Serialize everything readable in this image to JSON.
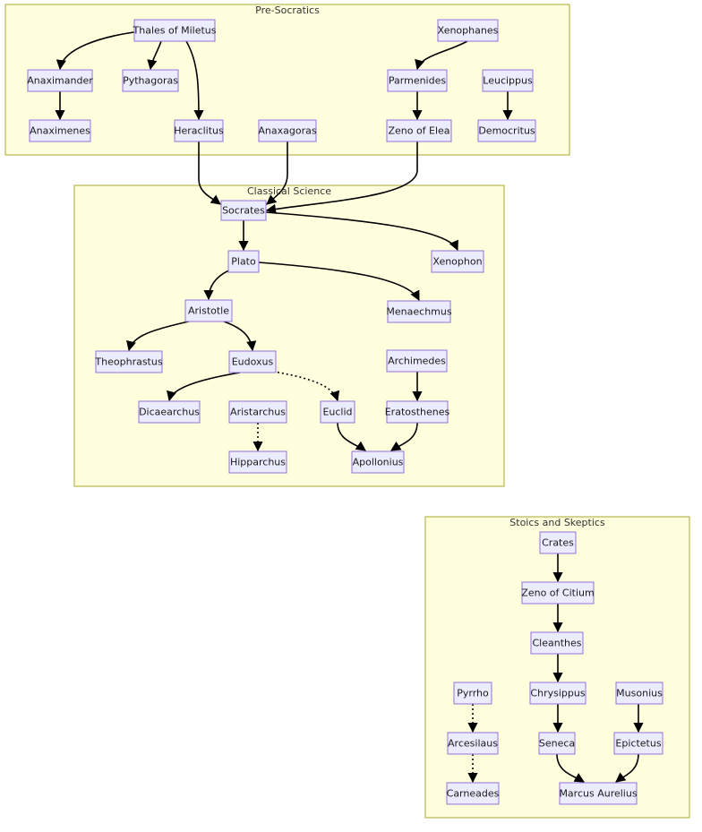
{
  "colors": {
    "cluster_fill": "#ffffde",
    "cluster_border": "#aaaa33",
    "node_fill": "#ececff",
    "node_border": "#9370db",
    "highlight_border": "#800000",
    "dark_green": "#0b3d0b",
    "green": "#228b22",
    "olive_green": "#4a7a2e",
    "navy": "#0d1f4a"
  },
  "clusters": [
    {
      "id": "presocratics",
      "label": "Pre-Socratics"
    },
    {
      "id": "classical",
      "label": "Classical Science"
    },
    {
      "id": "stoics",
      "label": "Stoics and Skeptics"
    }
  ],
  "nodes": [
    {
      "id": "thales",
      "label": "Thales of Miletus",
      "style": "dark_green"
    },
    {
      "id": "anaximander",
      "label": "Anaximander"
    },
    {
      "id": "pythagoras",
      "label": "Pythagoras",
      "style": "dark_green"
    },
    {
      "id": "anaximenes",
      "label": "Anaximenes"
    },
    {
      "id": "heraclitus",
      "label": "Heraclitus"
    },
    {
      "id": "anaxagoras",
      "label": "Anaxagoras"
    },
    {
      "id": "xenophanes",
      "label": "Xenophanes"
    },
    {
      "id": "parmenides",
      "label": "Parmenides"
    },
    {
      "id": "leucippus",
      "label": "Leucippus"
    },
    {
      "id": "zeno_elea",
      "label": "Zeno of Elea"
    },
    {
      "id": "democritus",
      "label": "Democritus"
    },
    {
      "id": "socrates",
      "label": "Socrates",
      "style": "green"
    },
    {
      "id": "plato",
      "label": "Plato"
    },
    {
      "id": "xenophon",
      "label": "Xenophon"
    },
    {
      "id": "aristotle",
      "label": "Aristotle",
      "style": "dark_green"
    },
    {
      "id": "menaechmus",
      "label": "Menaechmus"
    },
    {
      "id": "theophrastus",
      "label": "Theophrastus"
    },
    {
      "id": "eudoxus",
      "label": "Eudoxus"
    },
    {
      "id": "archimedes",
      "label": "Archimedes",
      "style": "dark_green"
    },
    {
      "id": "dicaearchus",
      "label": "Dicaearchus"
    },
    {
      "id": "aristarchus",
      "label": "Aristarchus"
    },
    {
      "id": "euclid",
      "label": "Euclid",
      "style": "olive_green"
    },
    {
      "id": "eratosthenes",
      "label": "Eratosthenes"
    },
    {
      "id": "hipparchus",
      "label": "Hipparchus"
    },
    {
      "id": "apollonius",
      "label": "Apollonius"
    },
    {
      "id": "crates",
      "label": "Crates"
    },
    {
      "id": "zeno_citium",
      "label": "Zeno of Citium"
    },
    {
      "id": "cleanthes",
      "label": "Cleanthes"
    },
    {
      "id": "pyrrho",
      "label": "Pyrrho"
    },
    {
      "id": "chrysippus",
      "label": "Chrysippus"
    },
    {
      "id": "musonius",
      "label": "Musonius"
    },
    {
      "id": "arcesilaus",
      "label": "Arcesilaus"
    },
    {
      "id": "seneca",
      "label": "Seneca"
    },
    {
      "id": "epictetus",
      "label": "Epictetus"
    },
    {
      "id": "carneades",
      "label": "Carneades"
    },
    {
      "id": "marcus",
      "label": "Marcus Aurelius",
      "style": "navy"
    }
  ],
  "edges": [
    {
      "from": "thales",
      "to": "anaximander"
    },
    {
      "from": "thales",
      "to": "pythagoras"
    },
    {
      "from": "thales",
      "to": "heraclitus"
    },
    {
      "from": "anaximander",
      "to": "anaximenes"
    },
    {
      "from": "xenophanes",
      "to": "parmenides"
    },
    {
      "from": "parmenides",
      "to": "zeno_elea"
    },
    {
      "from": "leucippus",
      "to": "democritus"
    },
    {
      "from": "heraclitus",
      "to": "socrates"
    },
    {
      "from": "anaxagoras",
      "to": "socrates"
    },
    {
      "from": "zeno_elea",
      "to": "socrates"
    },
    {
      "from": "socrates",
      "to": "plato"
    },
    {
      "from": "socrates",
      "to": "xenophon"
    },
    {
      "from": "plato",
      "to": "aristotle"
    },
    {
      "from": "plato",
      "to": "menaechmus"
    },
    {
      "from": "aristotle",
      "to": "theophrastus"
    },
    {
      "from": "aristotle",
      "to": "eudoxus"
    },
    {
      "from": "eudoxus",
      "to": "dicaearchus"
    },
    {
      "from": "eudoxus",
      "to": "euclid",
      "dotted": true
    },
    {
      "from": "aristarchus",
      "to": "hipparchus",
      "dotted": true
    },
    {
      "from": "archimedes",
      "to": "eratosthenes"
    },
    {
      "from": "euclid",
      "to": "apollonius"
    },
    {
      "from": "eratosthenes",
      "to": "apollonius"
    },
    {
      "from": "crates",
      "to": "zeno_citium"
    },
    {
      "from": "zeno_citium",
      "to": "cleanthes"
    },
    {
      "from": "cleanthes",
      "to": "chrysippus"
    },
    {
      "from": "chrysippus",
      "to": "seneca"
    },
    {
      "from": "musonius",
      "to": "epictetus"
    },
    {
      "from": "pyrrho",
      "to": "arcesilaus",
      "dotted": true
    },
    {
      "from": "arcesilaus",
      "to": "carneades",
      "dotted": true
    },
    {
      "from": "seneca",
      "to": "marcus"
    },
    {
      "from": "epictetus",
      "to": "marcus"
    }
  ]
}
